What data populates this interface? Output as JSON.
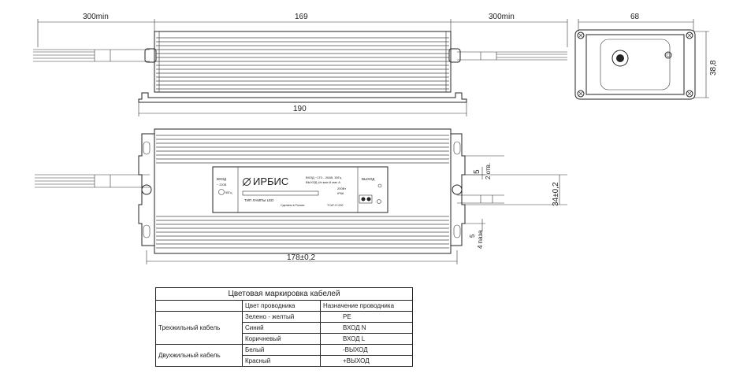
{
  "dimensions": {
    "lead_left": "300min",
    "body_length": "169",
    "lead_right": "300min",
    "end_width": "68",
    "end_height": "38,8",
    "flange_length": "190",
    "mount_pitch": "178±0,2",
    "mount_spacing": "34±0,2",
    "slot_top": "5",
    "slot_top_note": "2 отв.",
    "slot_bottom": "5",
    "slot_bottom_note": "4 паза"
  },
  "label": {
    "brand": "ИРБИС",
    "input_title": "ВХОД",
    "input_line1": "~ 220В",
    "input_line2": "50Гц",
    "output_title": "ВЫХОД",
    "spec_line1": "ВХОД ~170…264В, 50Гц",
    "spec_line2": "ВЫХОД Uн мах 8 мах А",
    "power": "200Вт",
    "rating": "IP66",
    "lamp_type": "ТИП ЛАМПЫ LED",
    "made_note": "Сделано в России",
    "code": "TCAT-IY-200"
  },
  "table": {
    "title": "Цветовая маркировка кабелей",
    "col_color": "Цвет проводника",
    "col_purpose": "Назначение проводника",
    "group1": "Трехжильный кабель",
    "group2": "Двухжильный кабель",
    "rows": [
      {
        "color": "Зелено - желтый",
        "purpose": "PE"
      },
      {
        "color": "Синий",
        "purpose": "ВХОД N"
      },
      {
        "color": "Коричневый",
        "purpose": "ВХОД L"
      },
      {
        "color": "Белый",
        "purpose": "-ВЫХОД"
      },
      {
        "color": "Красный",
        "purpose": "+ВЫХОД"
      }
    ]
  }
}
